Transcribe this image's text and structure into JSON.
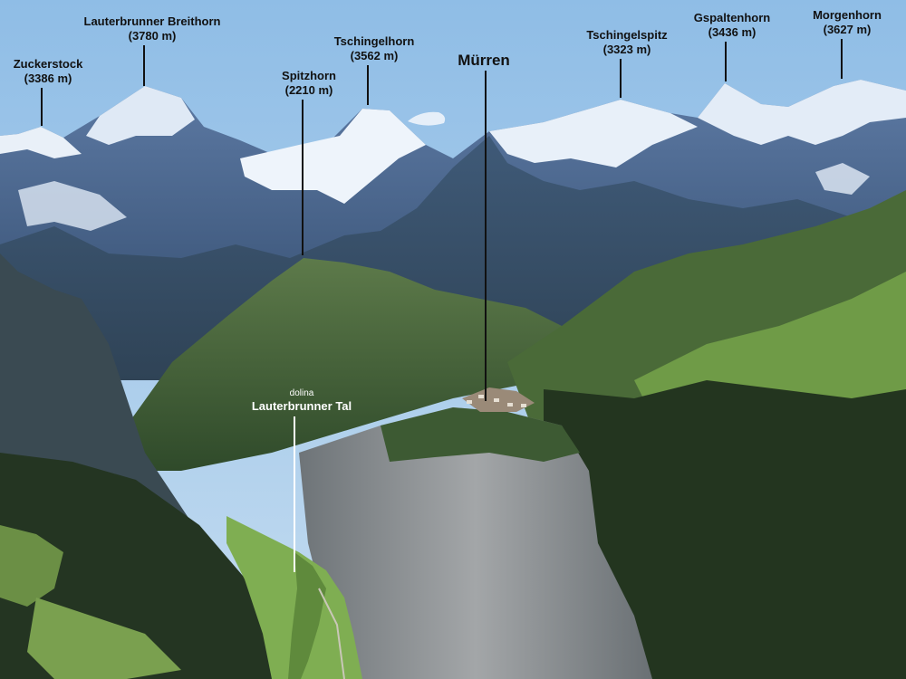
{
  "peaks": {
    "zuckerstock": {
      "name": "Zuckerstock",
      "height": "(3386 m)"
    },
    "breithorn": {
      "name": "Lauterbrunner Breithorn",
      "height": "(3780 m)"
    },
    "spitzhorn": {
      "name": "Spitzhorn",
      "height": "(2210 m)"
    },
    "tschingelhorn": {
      "name": "Tschingelhorn",
      "height": "(3562 m)"
    },
    "tschingelspitz": {
      "name": "Tschingelspitz",
      "height": "(3323 m)"
    },
    "gspaltenhorn": {
      "name": "Gspaltenhorn",
      "height": "(3436 m)"
    },
    "morgenhorn": {
      "name": "Morgenhorn",
      "height": "(3627 m)"
    }
  },
  "places": {
    "murren": {
      "name": "Mürren"
    },
    "valley": {
      "prefix": "dolina",
      "name": "Lauterbrunner Tal"
    }
  },
  "colors": {
    "sky": "#9ec3e6",
    "snow": "#eef4fb",
    "rock": "#4f6a8e",
    "forest": "#23351f",
    "meadow": "#6f9b47",
    "cliff": "#8b8f93",
    "label_dark": "#111111",
    "label_light": "#ffffff"
  }
}
